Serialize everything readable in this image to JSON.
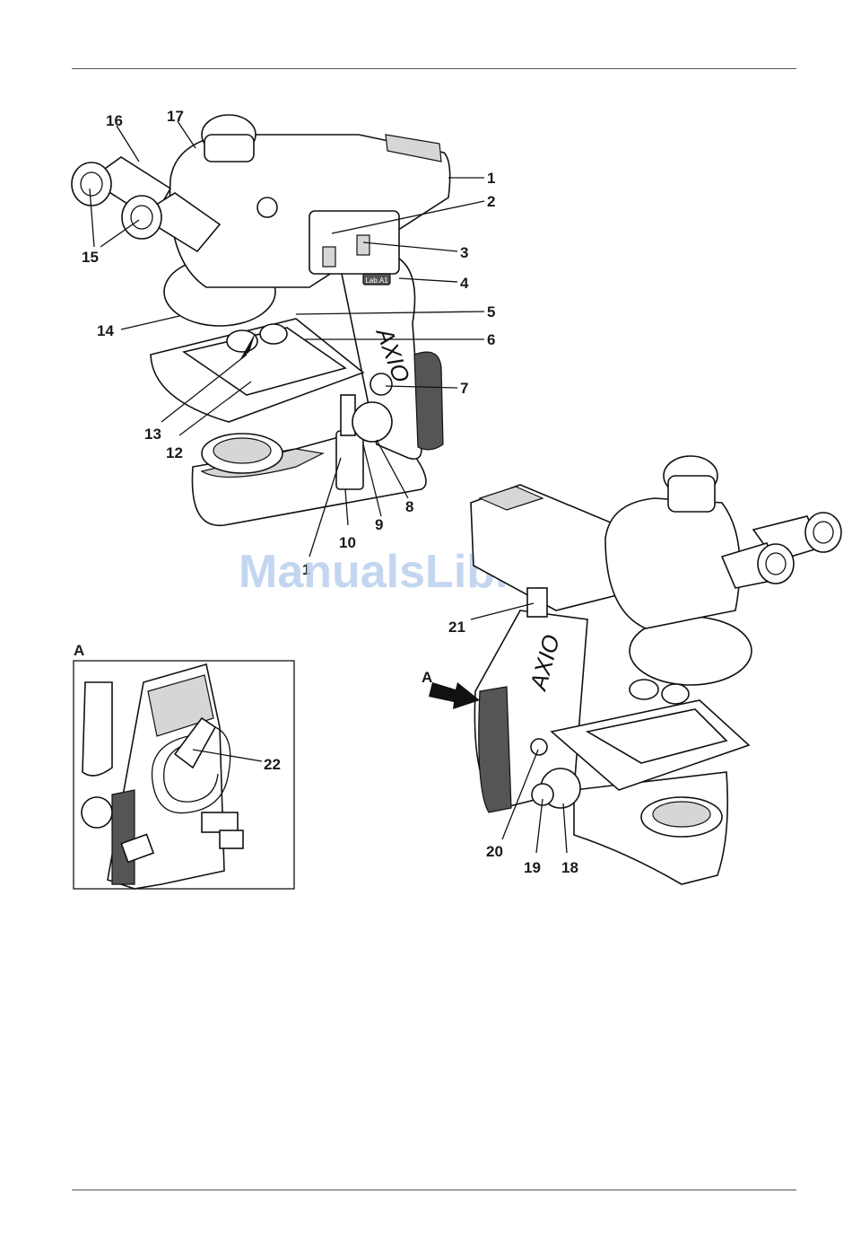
{
  "figure_top": {
    "callouts": [
      "1",
      "2",
      "3",
      "4",
      "5",
      "6",
      "7",
      "8",
      "9",
      "10",
      "1",
      "12",
      "13",
      "14",
      "15",
      "16",
      "17"
    ]
  },
  "figure_right": {
    "brand_text": "AXIO",
    "callouts": [
      "21",
      "20",
      "19",
      "18"
    ]
  },
  "figure_inset": {
    "panel_letter": "A",
    "callouts": [
      "22"
    ]
  },
  "arrow_label": "A",
  "top_brand_text": "AXIO",
  "badge_text": "Lab.A1",
  "watermark": "ManualsLib.com"
}
